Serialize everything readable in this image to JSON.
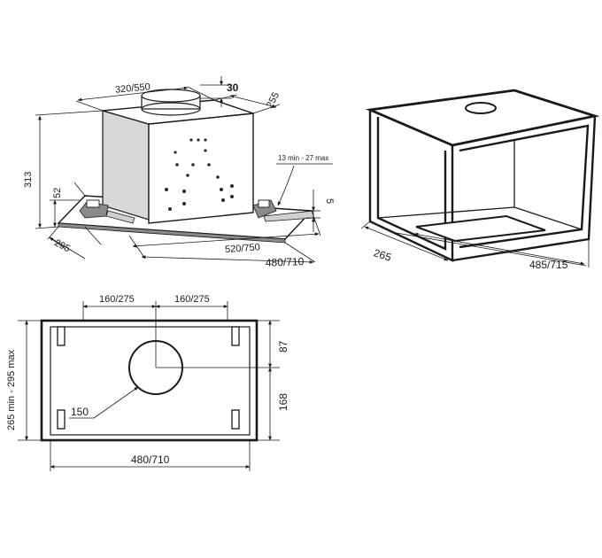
{
  "labels": {
    "top_width": "320/550",
    "outlet_height": "30",
    "top_depth": "255",
    "total_height": "313",
    "lower_height": "52",
    "clamp_range": "13 min - 27 max",
    "gap": "5",
    "base_depth": "295",
    "body_width": "520/750",
    "overall_width": "480/710",
    "cabinet_depth": "265",
    "cabinet_width": "485/715",
    "hole_left": "160/275",
    "hole_right": "160/275",
    "cutout_depth": "265 min - 295 max",
    "hole_offset": "87",
    "hole_lower": "168",
    "hole_diameter": "150",
    "cutout_width": "480/710"
  }
}
